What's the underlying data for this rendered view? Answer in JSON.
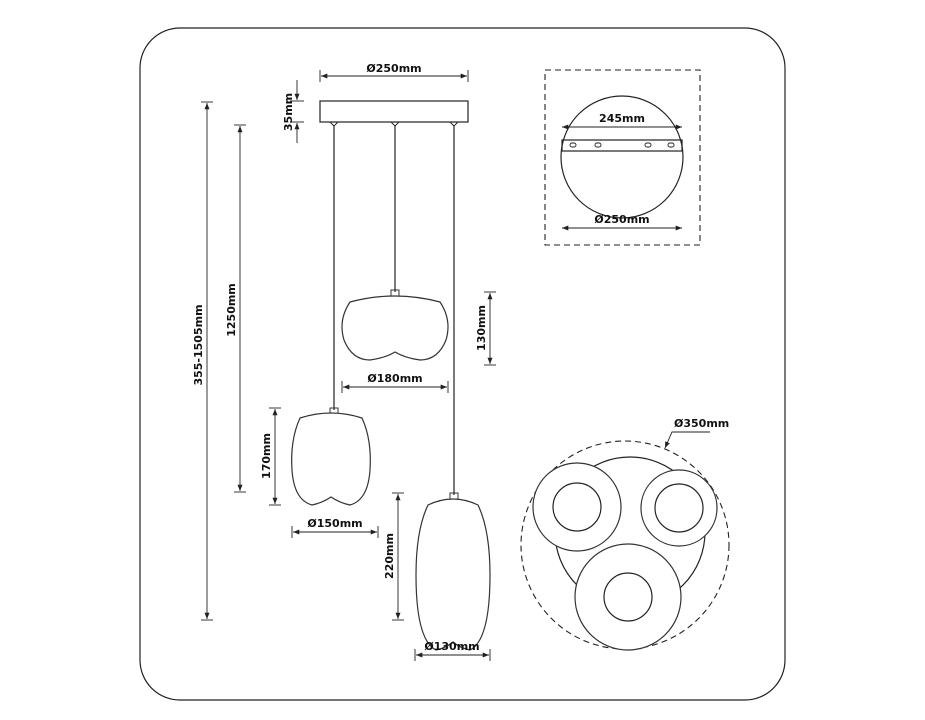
{
  "dimensions": {
    "canopy_diameter": "Ø250mm",
    "canopy_height": "35mm",
    "total_height": "355-1505mm",
    "cable_length": "1250mm",
    "shade_medium_height": "130mm",
    "shade_medium_diameter": "Ø180mm",
    "shade_small_height": "170mm",
    "shade_small_diameter": "Ø150mm",
    "shade_tall_height": "220mm",
    "shade_tall_diameter": "Ø130mm",
    "bracket_width": "245mm",
    "mount_diameter": "Ø250mm",
    "footprint_diameter": "Ø350mm"
  },
  "colors": {
    "line": "#222222",
    "background": "#ffffff"
  }
}
